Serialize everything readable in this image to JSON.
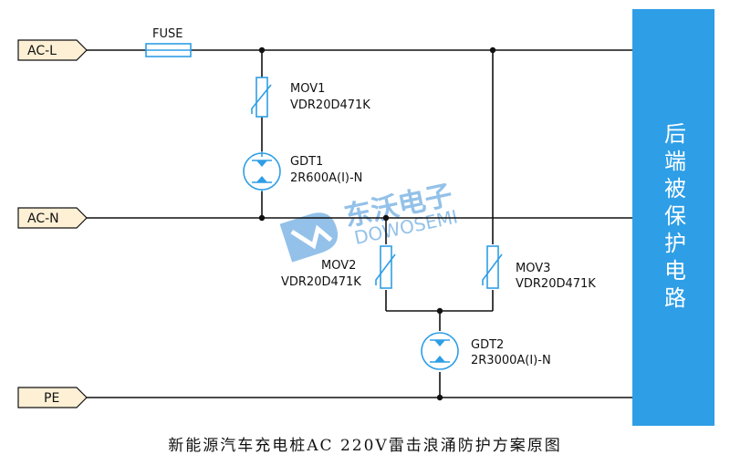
{
  "ports": {
    "ac_l": "AC-L",
    "ac_n": "AC-N",
    "pe": "PE"
  },
  "components": {
    "fuse": "FUSE",
    "mov1": {
      "name": "MOV1",
      "part": "VDR20D471K"
    },
    "gdt1": {
      "name": "GDT1",
      "part": "2R600A(I)-N"
    },
    "mov2": {
      "name": "MOV2",
      "part": "VDR20D471K"
    },
    "mov3": {
      "name": "MOV3",
      "part": "VDR20D471K"
    },
    "gdt2": {
      "name": "GDT2",
      "part": "2R3000A(I)-N"
    }
  },
  "protected_block": {
    "label": "后端被保护电路"
  },
  "watermark": {
    "cn": "东沃电子",
    "en": "DOWOSEMI"
  },
  "caption": "新能源汽车充电桩AC 220V雷击浪涌防护方案原图",
  "colors": {
    "accent": "#2e9ee6",
    "wire": "#111111",
    "watermark": "#3b8fd8"
  }
}
